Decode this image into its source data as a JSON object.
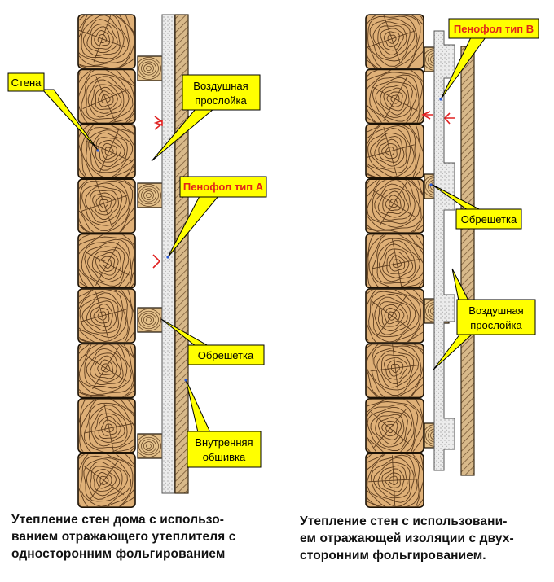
{
  "left_diagram": {
    "labels": {
      "wall": "Стена",
      "air_gap_1": "Воздушная",
      "air_gap_2": "прослойка",
      "foil_a": "Пенофол тип А",
      "battens": "Обрешетка",
      "inner_1": "Внутренняя",
      "inner_2": "обшивка"
    },
    "caption": [
      "Утепление стен дома  с использо-",
      "ванием отражающего утеплителя с",
      "односторонним фольгированием"
    ]
  },
  "right_diagram": {
    "labels": {
      "foil_b": "Пенофол тип В",
      "battens": "Обрешетка",
      "air_gap_1": "Воздушная",
      "air_gap_2": "прослойка"
    },
    "caption": [
      "Утепление стен с использовани-",
      "ем отражающей изоляции с двух-",
      "сторонним фольгированием."
    ]
  },
  "colors": {
    "wood": "#dfb077",
    "ring": "#5a3a1c",
    "callout_fill": "#ffff00",
    "foil_label": "#e1241a",
    "foam": "#e9e9e9",
    "arrow": "#e02020"
  }
}
